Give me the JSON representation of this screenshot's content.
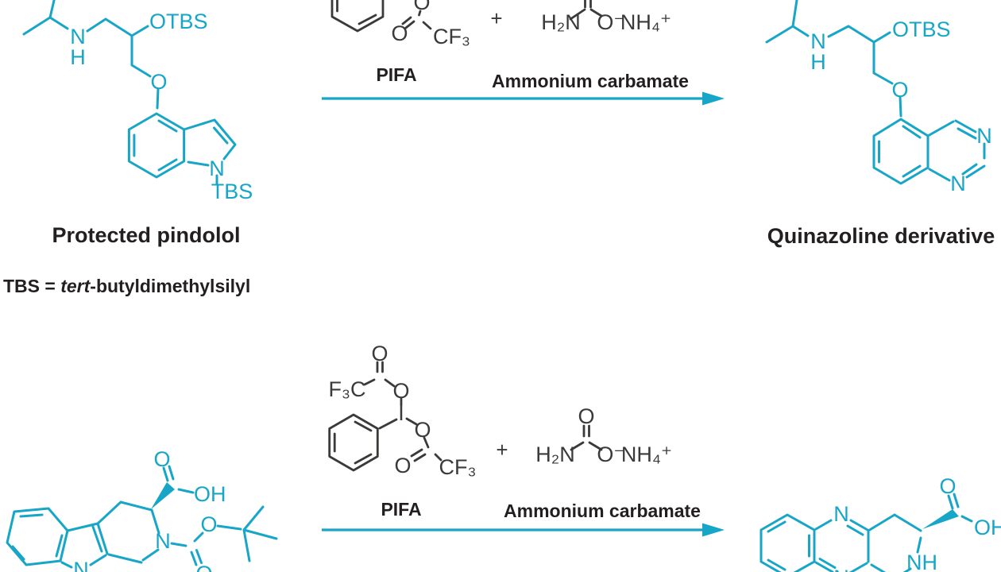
{
  "colors": {
    "structure_teal": "#17a6c7",
    "structure_black": "#3a3a39",
    "label_text": "#231f20",
    "background": "#ffffff"
  },
  "legend": {
    "prefix": "TBS = ",
    "italic_term": "tert",
    "suffix": "-butyldimethylsilyl"
  },
  "top_reaction": {
    "reactant_name": "Protected pindolol",
    "reagent": "PIFA",
    "plus": "+",
    "cocatalyst": "Ammonium carbamate",
    "product_name": "Quinazoline derivative"
  },
  "bottom_reaction": {
    "reagent": "PIFA",
    "plus": "+",
    "cocatalyst": "Ammonium carbamate"
  },
  "atoms": {
    "N": "N",
    "H": "H",
    "O": "O",
    "I": "I",
    "OTBS": "OTBS",
    "TBS": "TBS",
    "OH": "OH",
    "NH": "NH",
    "H2N": "H₂N",
    "O_minus": "O⁻",
    "NH4": "NH₄⁺",
    "CF3": "CF₃",
    "F3C": "F₃C"
  }
}
